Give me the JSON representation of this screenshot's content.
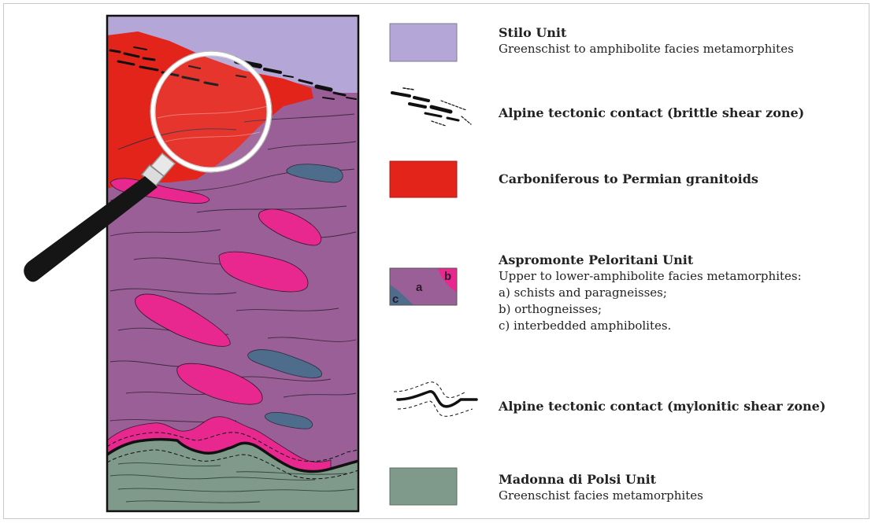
{
  "legend": {
    "stilo": {
      "title": "Stilo Unit",
      "description": "Greenschist to amphibolite facies metamorphites",
      "color": "#b4a6d6"
    },
    "brittle_contact": {
      "title": "Alpine tectonic contact (brittle shear zone)"
    },
    "granitoids": {
      "title": "Carboniferous to Permian granitoids",
      "color": "#e3241b"
    },
    "aspromonte": {
      "title": "Aspromonte Peloritani Unit",
      "description": "Upper to lower-amphibolite facies metamorphites:",
      "items": [
        "a) schists and paragneisses;",
        "b) orthogneisses;",
        "c) interbedded amphibolites."
      ],
      "swatch_labels": [
        "a",
        "b",
        "c"
      ],
      "colors": {
        "a": "#9a5f96",
        "b": "#e8288e",
        "c": "#4e6c8c"
      }
    },
    "mylonitic_contact": {
      "title": "Alpine tectonic contact (mylonitic shear zone)"
    },
    "polsi": {
      "title": "Madonna di Polsi Unit",
      "description": "Greenschist facies metamorphites",
      "color": "#7f9a8b"
    }
  }
}
